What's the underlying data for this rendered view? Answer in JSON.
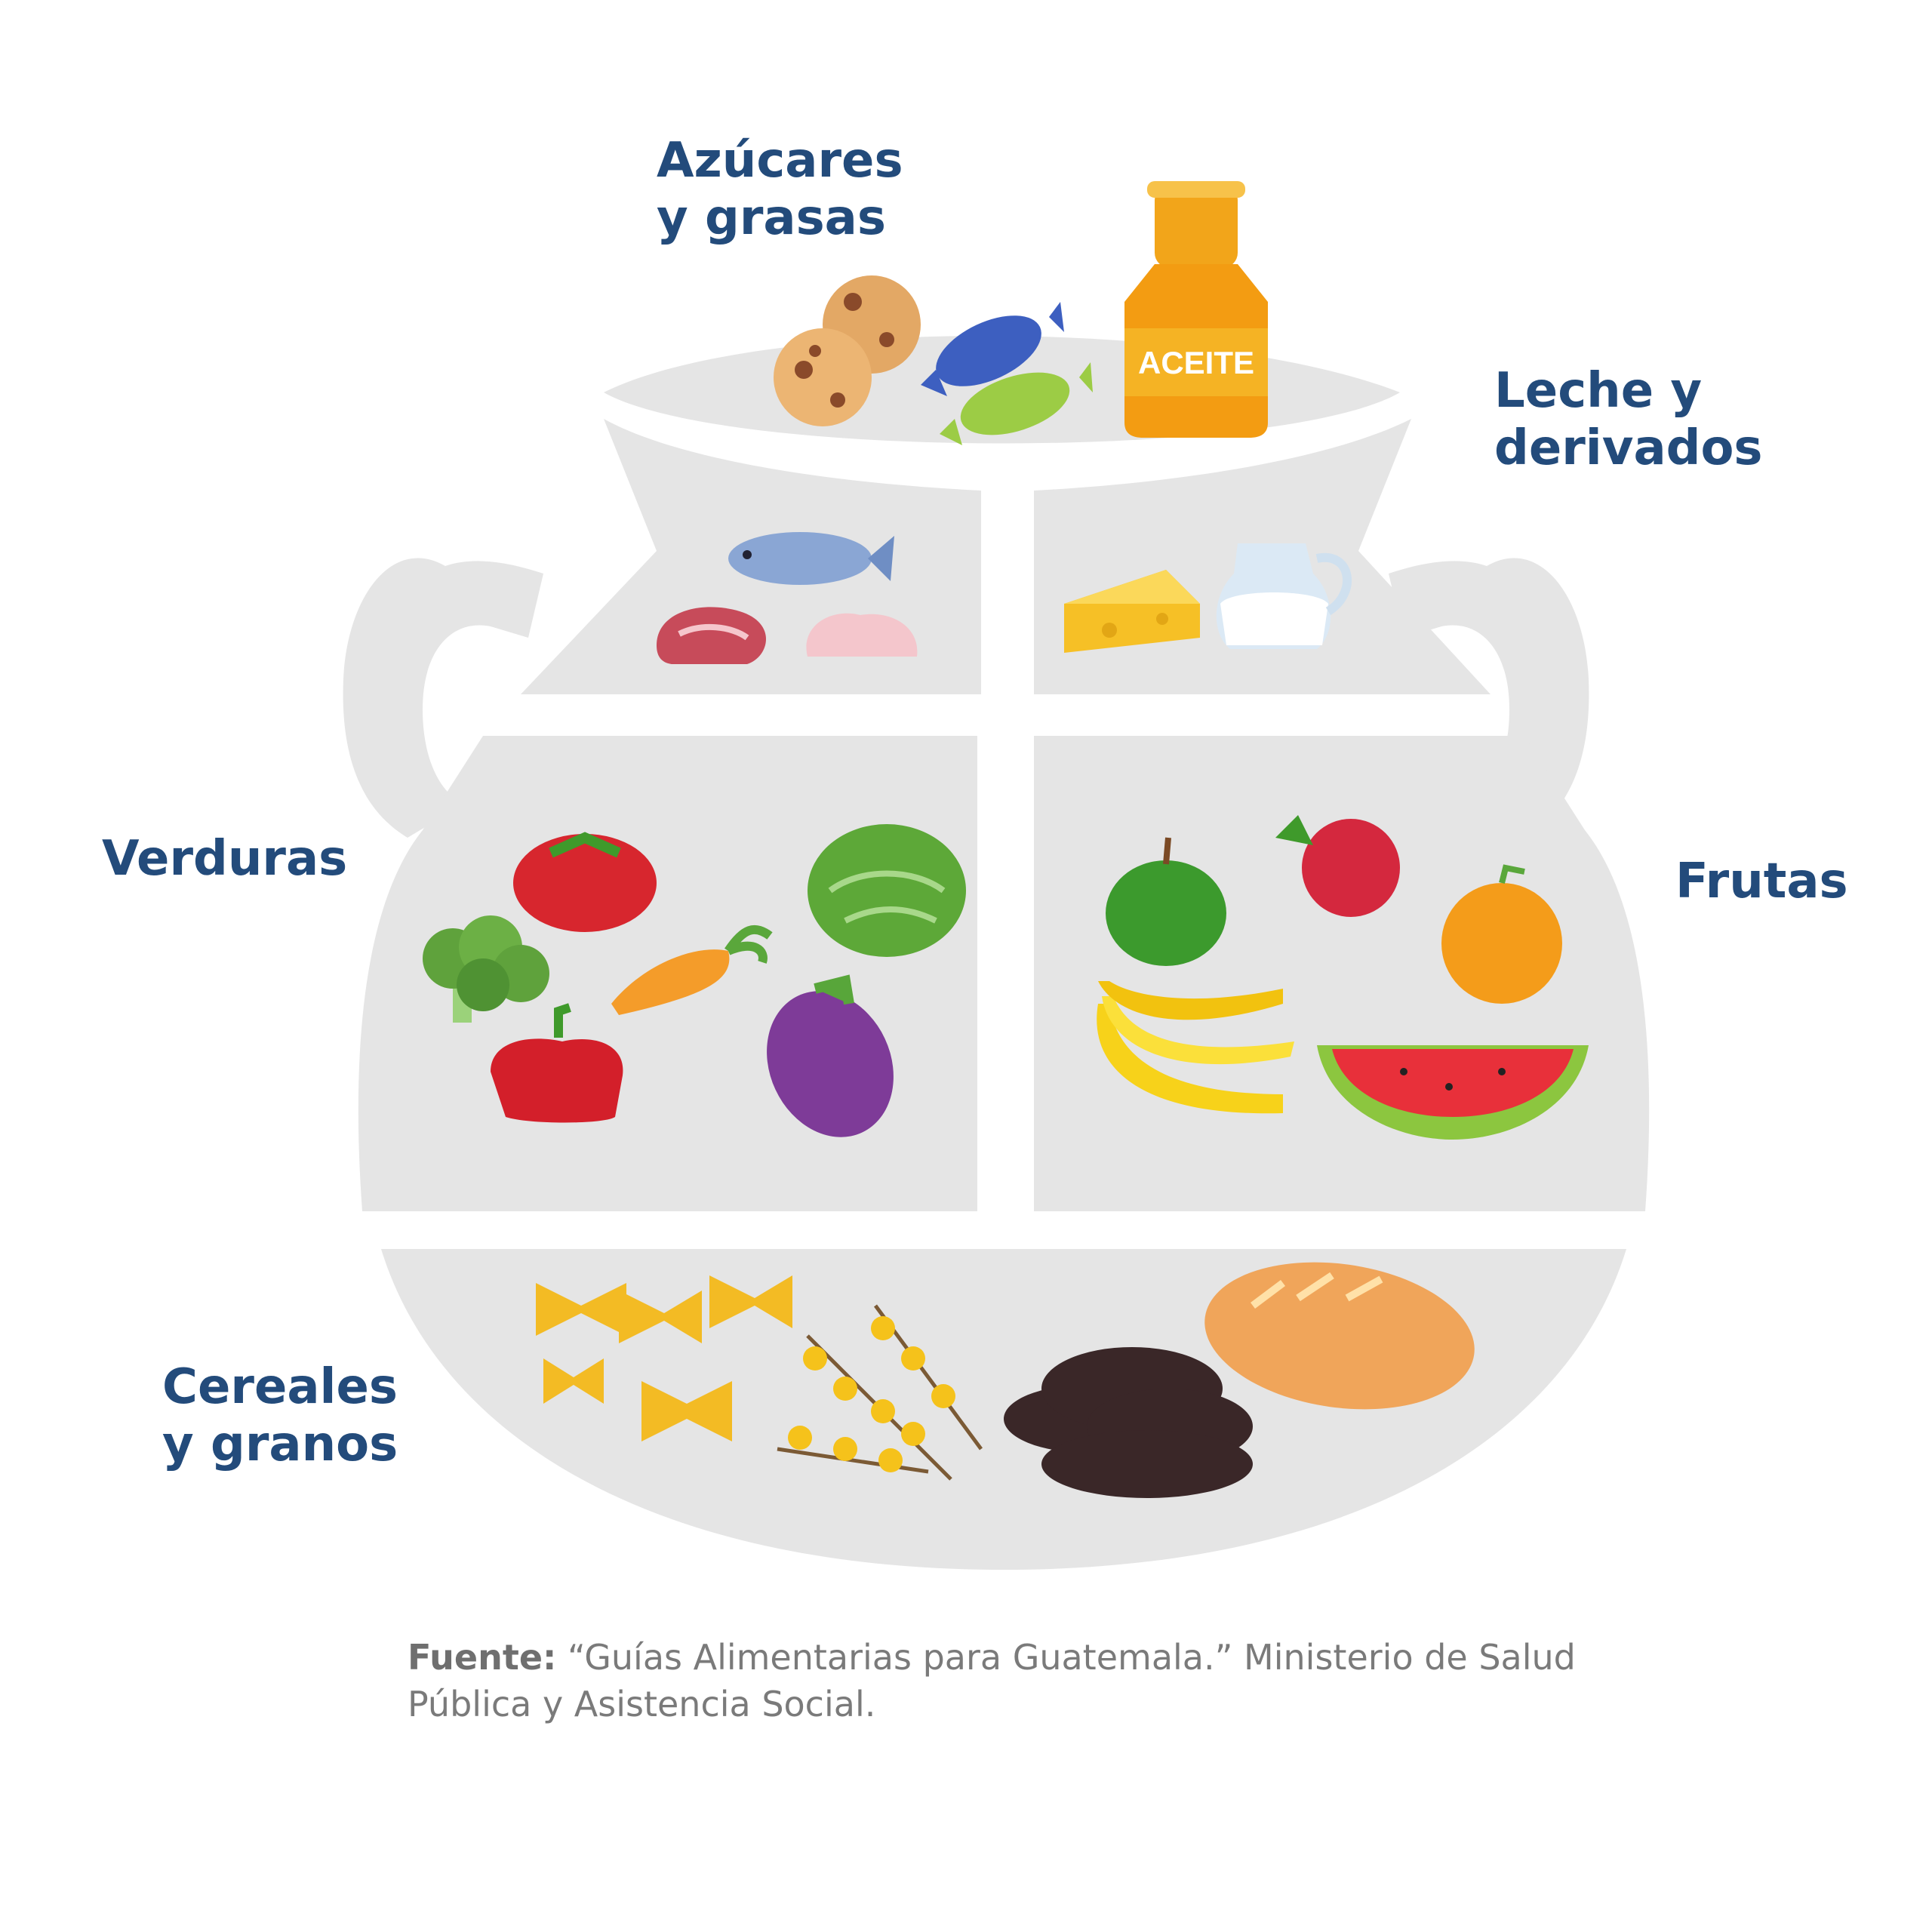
{
  "labels": {
    "sugars_fats": [
      "Azúcares",
      "y grasas"
    ],
    "dairy": [
      "Leche y",
      "derivados"
    ],
    "vegetables": "Verduras",
    "fruits": "Frutas",
    "cereals": [
      "Cereales",
      "y granos"
    ]
  },
  "oil_bottle_text": "ACEITE",
  "source": {
    "prefix": "Fuente:",
    "text": "“Guías Alimentarias para Guatemala.” Ministerio de Salud Pública y Asistencia Social."
  },
  "colors": {
    "pot": "#e5e5e5",
    "label": "#234b7b",
    "source": "#7a7a7a"
  },
  "icons": [
    "cookies-icon",
    "candy-icon",
    "oil-bottle-icon",
    "fish-icon",
    "meat-icon",
    "chicken-icon",
    "cheese-icon",
    "milk-jug-icon",
    "tomato-icon",
    "broccoli-icon",
    "carrot-icon",
    "bell-pepper-icon",
    "cabbage-icon",
    "eggplant-icon",
    "apple-icon",
    "raspberry-icon",
    "orange-icon",
    "banana-icon",
    "watermelon-icon",
    "pasta-icon",
    "grain-icon",
    "black-beans-icon",
    "bread-icon"
  ]
}
